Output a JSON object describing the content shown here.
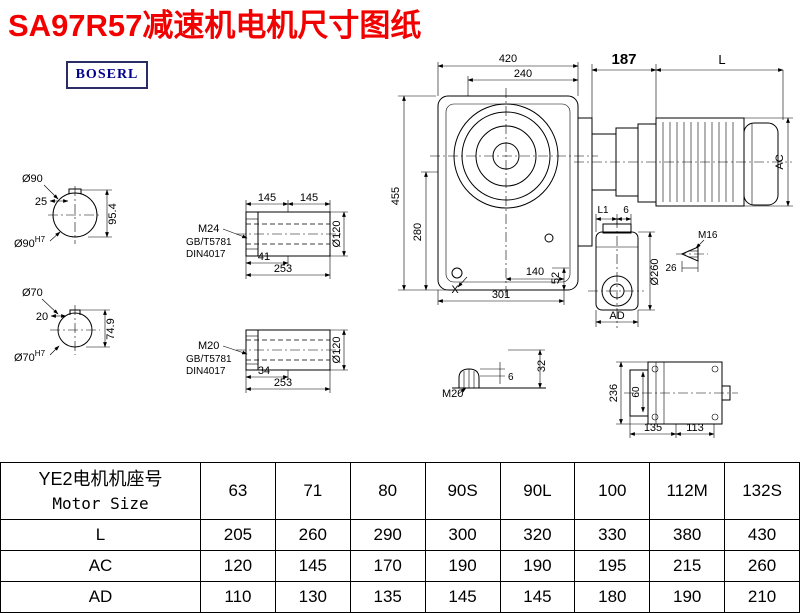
{
  "page": {
    "title": "SA97R57减速机电机尺寸图纸"
  },
  "logo": {
    "text": "BOSERL"
  },
  "colors": {
    "title_red": "#F20000",
    "logo_navy": "#00008B",
    "line": "#000000"
  },
  "drawing": {
    "main": {
      "w": "420",
      "w2": "240",
      "h": "455",
      "h2": "280",
      "d52": "52",
      "d140": "140",
      "d301": "301",
      "x": "X"
    },
    "motor": {
      "d187": "187",
      "L": "L",
      "AC": "AC"
    },
    "shaft1": {
      "dia": "Ø90",
      "w": "25",
      "h": "95.4",
      "fit": "Ø90",
      "fit_sup": "H7"
    },
    "shaft2": {
      "dia": "Ø70",
      "w": "20",
      "h": "74.9",
      "fit": "Ø70",
      "fit_sup": "H7"
    },
    "detail1": {
      "k1": "145",
      "k2": "145",
      "dia": "Ø120",
      "thread": "M24",
      "std1": "GB/T5781",
      "std2": "DIN4017",
      "l1": "41",
      "l2": "253"
    },
    "detail2": {
      "dia": "Ø120",
      "thread": "M20",
      "std1": "GB/T5781",
      "std2": "DIN4017",
      "l1": "34",
      "l2": "253"
    },
    "side": {
      "L1": "L1",
      "d6": "6",
      "dia": "Ø260",
      "AD": "AD",
      "thread": "M16",
      "d26": "26"
    },
    "plug": {
      "thread": "M20",
      "d6": "6",
      "d32": "32"
    },
    "top": {
      "d236": "236",
      "d60": "60",
      "d135": "135",
      "d113": "113"
    }
  },
  "table": {
    "header": {
      "line1": "YE2电机机座号",
      "line2": "Motor Size"
    },
    "columns": [
      "63",
      "71",
      "80",
      "90S",
      "90L",
      "100",
      "112M",
      "132S"
    ],
    "rows": [
      {
        "label": "L",
        "values": [
          "205",
          "260",
          "290",
          "300",
          "320",
          "330",
          "380",
          "430"
        ]
      },
      {
        "label": "AC",
        "values": [
          "120",
          "145",
          "170",
          "190",
          "190",
          "195",
          "215",
          "260"
        ]
      },
      {
        "label": "AD",
        "values": [
          "110",
          "130",
          "135",
          "145",
          "145",
          "180",
          "190",
          "210"
        ]
      }
    ]
  }
}
